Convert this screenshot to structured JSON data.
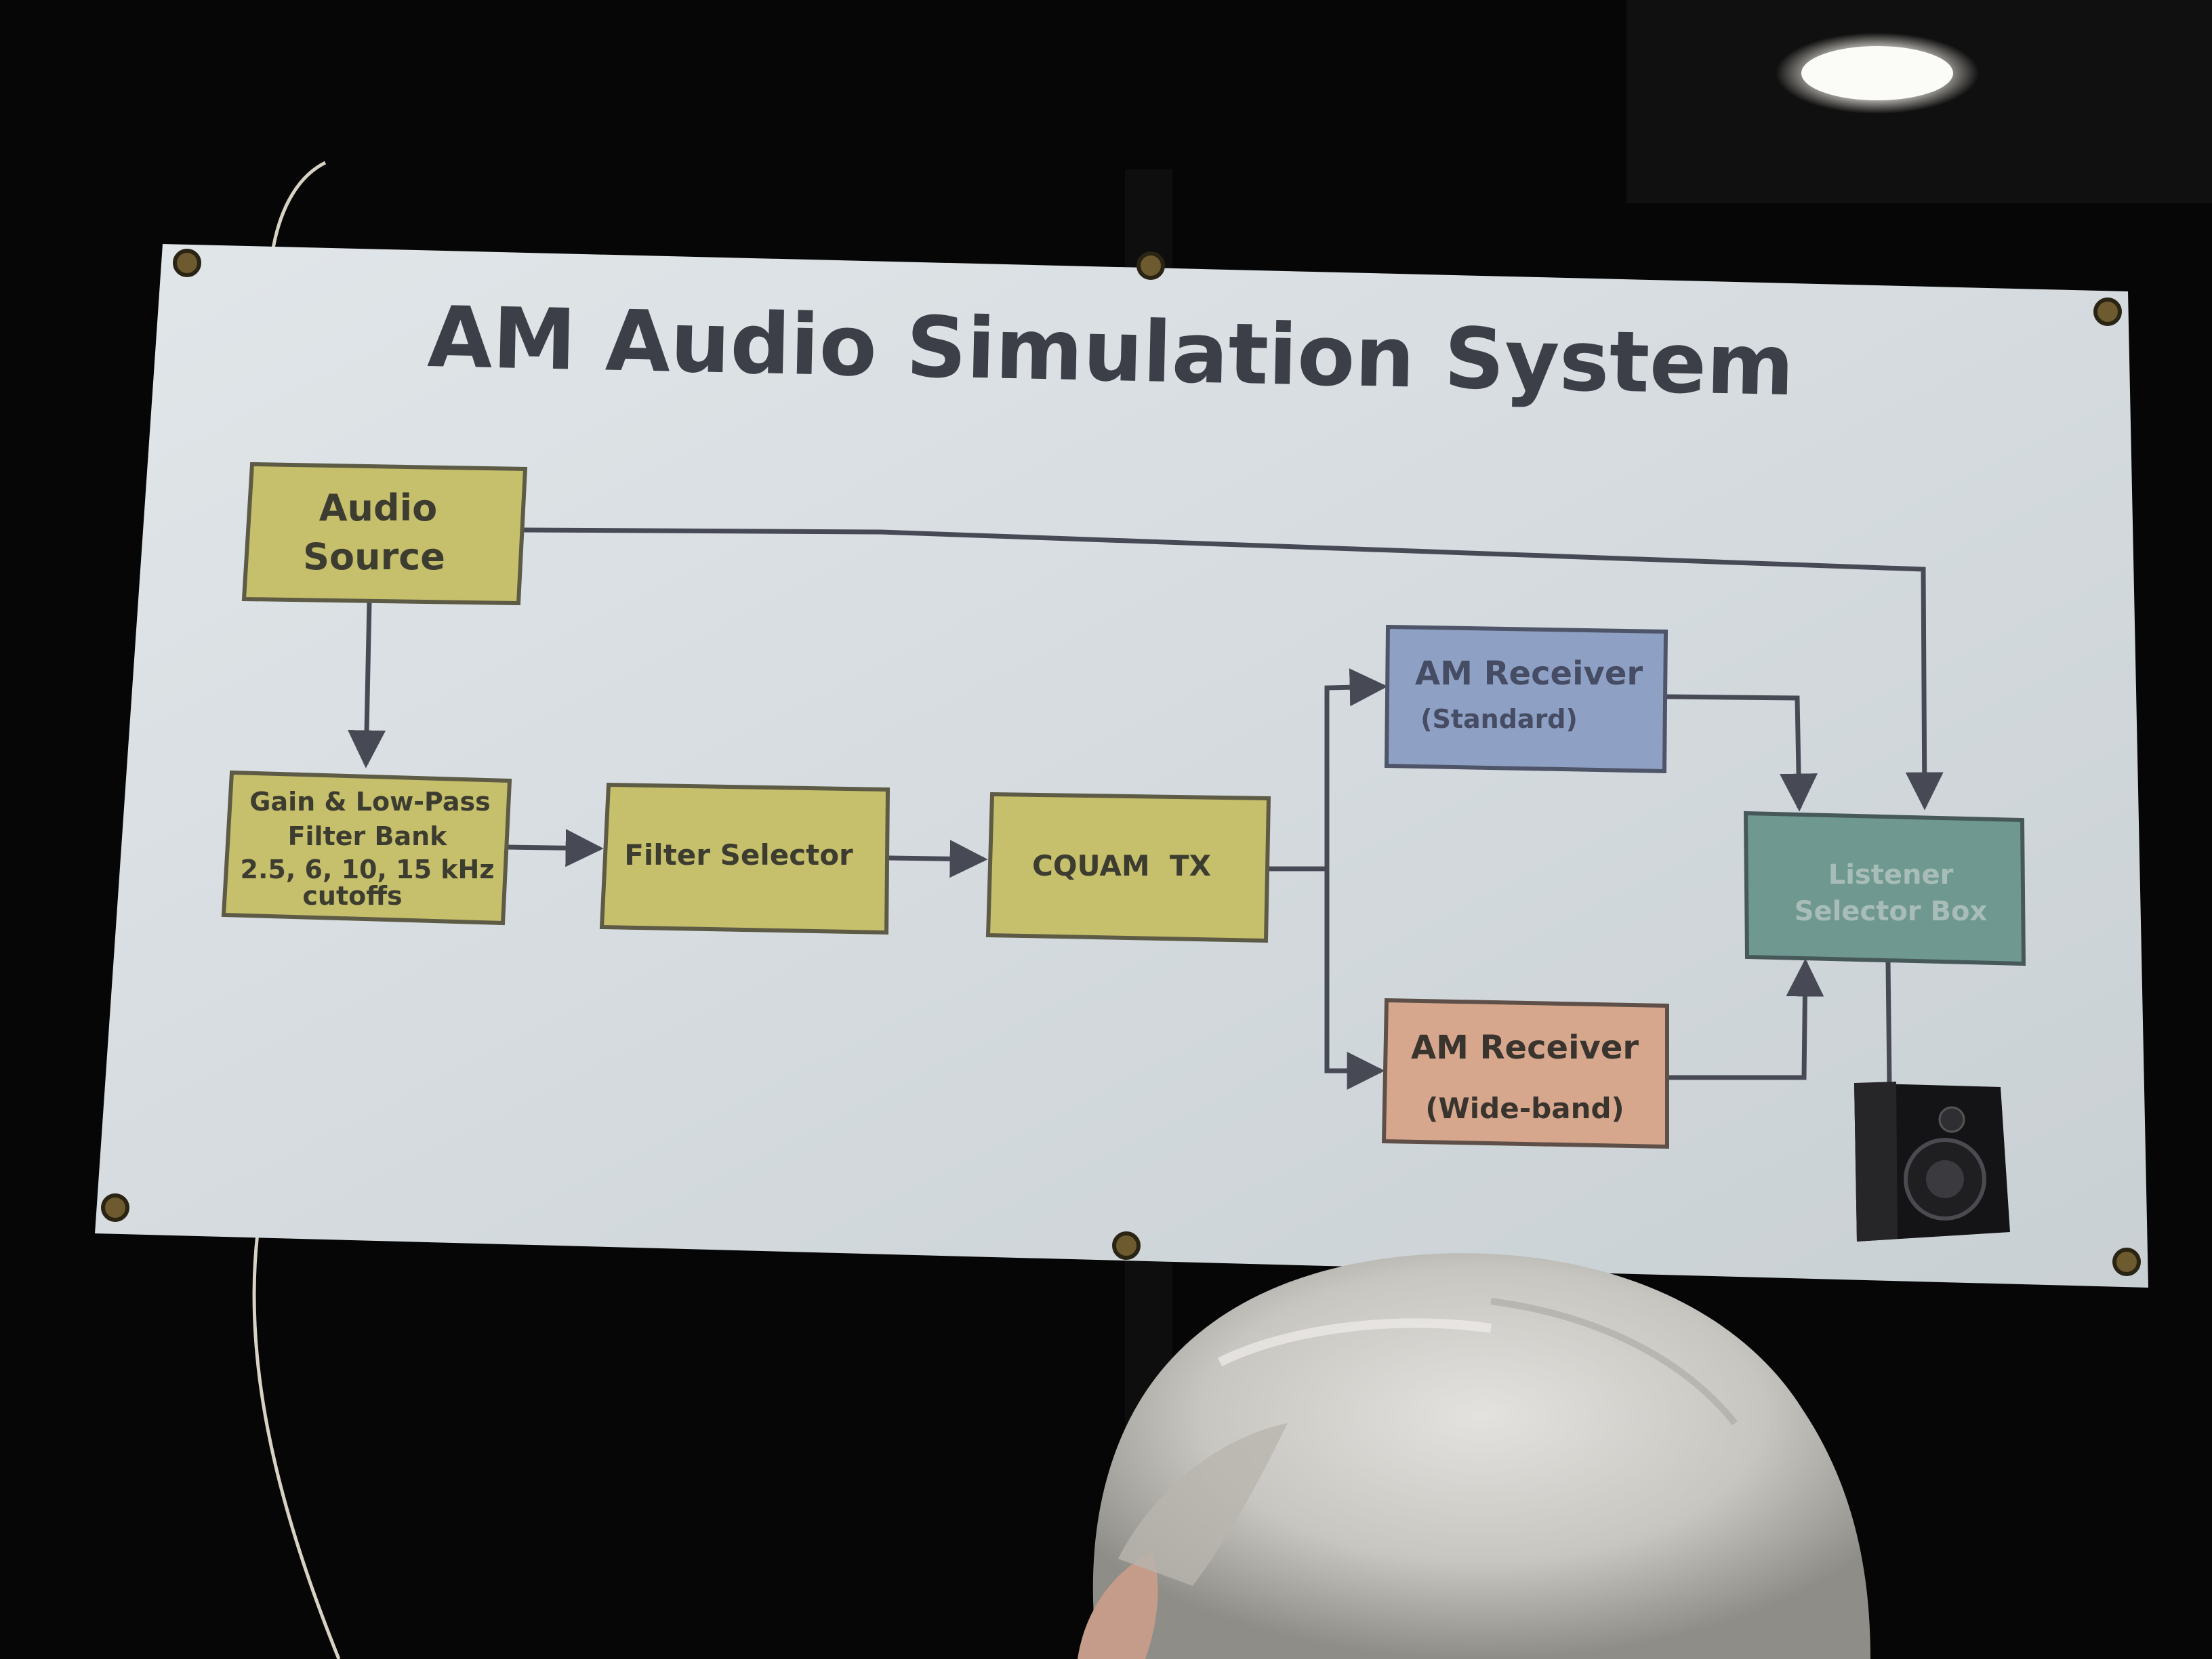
{
  "banner": {
    "title": "AM Audio Simulation System"
  },
  "blocks": {
    "audio_source": {
      "line1": "Audio",
      "line2": "Source",
      "color": "#c6c06c"
    },
    "gain_filter": {
      "line1": "Gain & Low-Pass",
      "line2": "Filter Bank",
      "line3": "2.5, 6, 10, 15 kHz",
      "line4": "cutoffs",
      "color": "#c6c06c"
    },
    "filter_selector": {
      "label": "Filter Selector",
      "color": "#c6c06c"
    },
    "cquam_tx": {
      "label": "CQUAM  TX",
      "color": "#c6c06c"
    },
    "am_receiver_standard": {
      "line1": "AM Receiver",
      "line2": "(Standard)",
      "color": "#8ea0c4"
    },
    "am_receiver_wideband": {
      "line1": "AM Receiver",
      "line2": "(Wide-band)",
      "color": "#d6a78c"
    },
    "listener_selector": {
      "line1": "Listener",
      "line2": "Selector Box",
      "color": "#6f9990"
    }
  },
  "colors": {
    "background": "#060606",
    "banner": "#d7dde1",
    "arrow": "#474a55",
    "hair": "#c9c7c2",
    "skin": "#c59c8a",
    "speaker": "#141416"
  }
}
